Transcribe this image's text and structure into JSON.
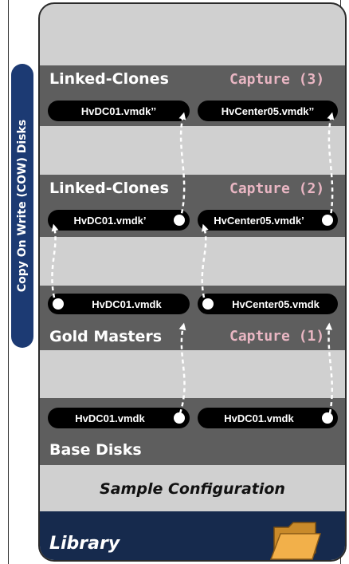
{
  "side_label": "Copy On Write (COW) Disks",
  "tiers": {
    "linked_clones_2": {
      "label": "Linked-Clones",
      "capture": "Capture (3)"
    },
    "linked_clones_1": {
      "label": "Linked-Clones",
      "capture": "Capture (2)"
    },
    "gold_masters": {
      "label": "Gold Masters",
      "capture": "Capture (1)"
    },
    "base_disks": {
      "label": "Base Disks"
    }
  },
  "disks": {
    "lc2_left": "HvDC01.vmdk’’",
    "lc2_right": "HvCenter05.vmdk’’",
    "lc1_left": "HvDC01.vmdk’",
    "lc1_right": "HvCenter05.vmdk’",
    "gm_left": "HvDC01.vmdk",
    "gm_right": "HvCenter05.vmdk",
    "base_left": "HvDC01.vmdk",
    "base_right": "HvDC01.vmdk"
  },
  "sample_configuration": "Sample Configuration",
  "library": "Library",
  "icons": {
    "library": "folder-icon"
  },
  "colors": {
    "band": "#5e5e5e",
    "panel": "#d0d0d0",
    "capture_text": "#e9b6c3",
    "library_bar": "#162a4d",
    "side_tab": "#1c3a73"
  }
}
